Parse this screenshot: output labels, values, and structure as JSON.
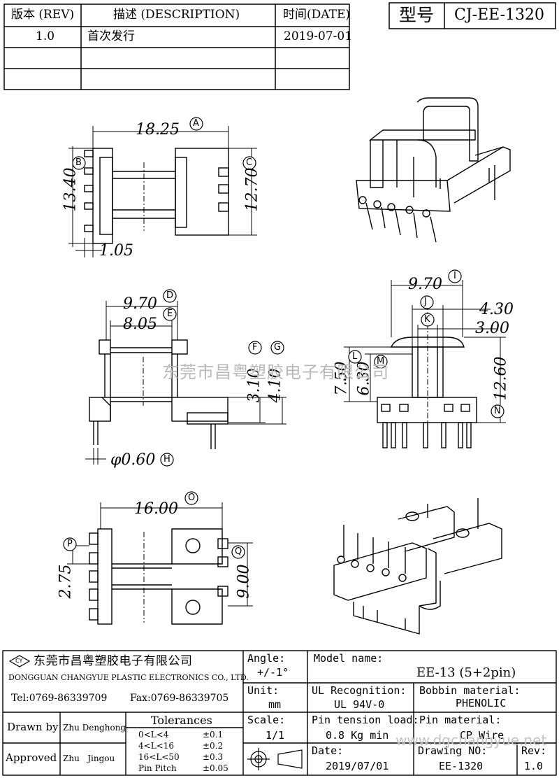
{
  "revision_table": {
    "headers": {
      "rev": "版本 (REV)",
      "desc": "描述 (DESCRIPTION)",
      "date": "时间(DATE)"
    },
    "rows": [
      {
        "rev": "1.0",
        "desc": "首次发行",
        "date": "2019-07-01"
      },
      {
        "rev": "",
        "desc": "",
        "date": ""
      },
      {
        "rev": "",
        "desc": "",
        "date": ""
      }
    ]
  },
  "model_box": {
    "label": "型号",
    "value": "CJ-EE-1320"
  },
  "watermark": "东莞市昌粤塑胶电子有限公司",
  "dimensions": {
    "d_a": "18.25",
    "d_b": "13.40",
    "d_c": "12.70",
    "d_105": "1.05",
    "d_d": "9.70",
    "d_e": "8.05",
    "d_f": "3.10",
    "d_g": "4.10",
    "d_h": "φ0.60",
    "d_i": "9.70",
    "d_j": "4.30",
    "d_k": "3.00",
    "d_l": "7.50",
    "d_m": "6.30",
    "d_n": "12.60",
    "d_o": "16.00",
    "d_p": "2.75",
    "d_q": "9.00"
  },
  "markers": [
    "A",
    "B",
    "C",
    "D",
    "E",
    "F",
    "G",
    "H",
    "I",
    "J",
    "K",
    "L",
    "M",
    "N",
    "O",
    "P",
    "Q"
  ],
  "title_block": {
    "company_cn": "东莞市昌粤塑胶电子有限公司",
    "company_en": "DONGGUAN CHANGYUE PLASTIC ELECTRONICS CO., LTD.",
    "tel": "Tel:0769-86339709",
    "fax": "Fax:0769-86339705",
    "logo_text": "CY",
    "angle_label": "Angle:",
    "angle_value": "+/-1°",
    "unit_label": "Unit:",
    "unit_value": "mm",
    "scale_label": "Scale:",
    "scale_value": "1/1",
    "model_label": "Model name:",
    "model_value": "EE-13 (5+2pin)",
    "ul_label": "UL Recognition:",
    "ul_value": "UL 94V-0",
    "bobbin_label": "Bobbin material:",
    "bobbin_value": "PHENOLIC",
    "pin_tension_label": "Pin tension load:",
    "pin_tension_value": "0.8 Kg min",
    "pin_material_label": "Pin material:",
    "pin_material_value": "CP Wire",
    "date_label": "Date:",
    "date_value": "2019/07/01",
    "drawing_label": "Drawing NO:",
    "drawing_value": "EE-1320",
    "rev_label": "Rev:",
    "rev_value": "1.0",
    "drawn_label": "Drawn by",
    "drawn_value": "Zhu Denghong",
    "approved_label": "Approved",
    "approved_value": "Zhu   Jingou",
    "tolerances_title": "Tolerances",
    "tolerances": [
      {
        "range": "0<L<4",
        "value": "±0.1"
      },
      {
        "range": "4<L<16",
        "value": "±0.2"
      },
      {
        "range": "16<L<50",
        "value": "±0.3"
      },
      {
        "range": "Pin Pitch",
        "value": "±0.05"
      }
    ],
    "website": "www.dgchangyue.net"
  }
}
